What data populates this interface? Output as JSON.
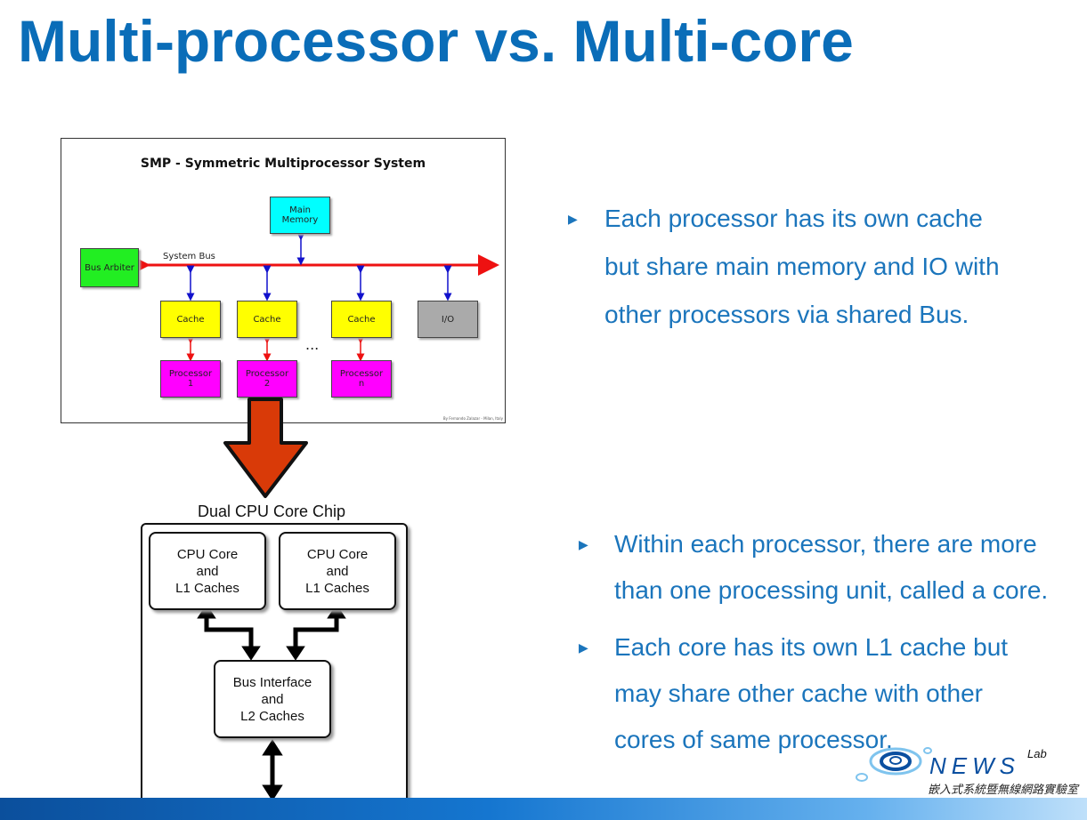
{
  "slide": {
    "title": "Multi-processor vs. Multi-core"
  },
  "smp_diagram": {
    "title": "SMP - Symmetric Multiprocessor System",
    "main_memory": "Main Memory",
    "bus_arbiter": "Bus Arbiter",
    "system_bus_label": "System Bus",
    "cache_labels": [
      "Cache",
      "Cache",
      "Cache"
    ],
    "io_label": "I/O",
    "ellipsis": "...",
    "processors": [
      {
        "name": "Processor",
        "index": "1"
      },
      {
        "name": "Processor",
        "index": "2"
      },
      {
        "name": "Processor",
        "index": "n"
      }
    ],
    "credit": "By Fernando Zalazar - Milan, Italy",
    "colors": {
      "memory": "#00ffff",
      "arbiter": "#22ee22",
      "cache": "#ffff00",
      "io": "#aaaaaa",
      "processor": "#ff00ff",
      "bus": "#ee1111",
      "link_blue": "#1111cc",
      "link_red": "#ee1111"
    }
  },
  "transition_arrow": {
    "color": "#d93a08"
  },
  "dual_core_diagram": {
    "title": "Dual CPU Core Chip",
    "core1": [
      "CPU Core",
      "and",
      "L1 Caches"
    ],
    "core2": [
      "CPU Core",
      "and",
      "L1 Caches"
    ],
    "bus_interface": [
      "Bus Interface",
      "and",
      "L2 Caches"
    ]
  },
  "bullets_top": [
    {
      "lines": [
        "Each processor has its own cache",
        "but share main memory and IO with",
        "other processors via shared Bus."
      ]
    }
  ],
  "bullets_bottom": [
    {
      "lines": [
        "Within each processor, there are more",
        "than one processing unit, called a core."
      ]
    },
    {
      "lines": [
        "Each core has its own L1 cache but",
        "may share other cache with other",
        "cores of same processor."
      ]
    }
  ],
  "logo": {
    "name": "NEWS",
    "superscript": "Lab",
    "subtitle": "嵌入式系統暨無線網路實驗室"
  },
  "theme": {
    "title_color": "#0a6db8",
    "bullet_color": "#1b75bc"
  }
}
